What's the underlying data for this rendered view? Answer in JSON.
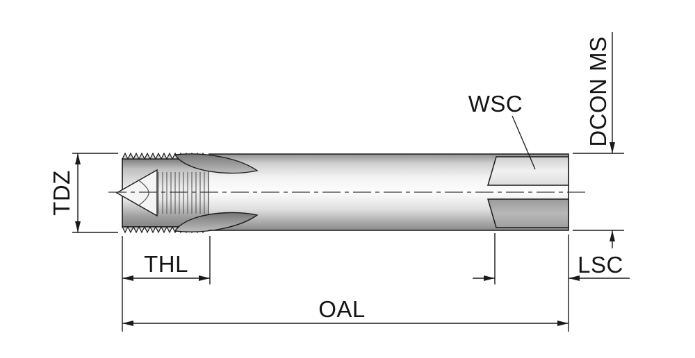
{
  "diagram": {
    "kind": "technical-drawing",
    "labels": {
      "tdz": "TDZ",
      "thl": "THL",
      "oal": "OAL",
      "wsc": "WSC",
      "dcon_ms": "DCON MS",
      "lsc": "LSC"
    },
    "colors": {
      "line": "#1a1a1a",
      "background": "#ffffff",
      "metal_light": "#fdfdfd",
      "metal_dark": "#8a8a8a"
    }
  }
}
